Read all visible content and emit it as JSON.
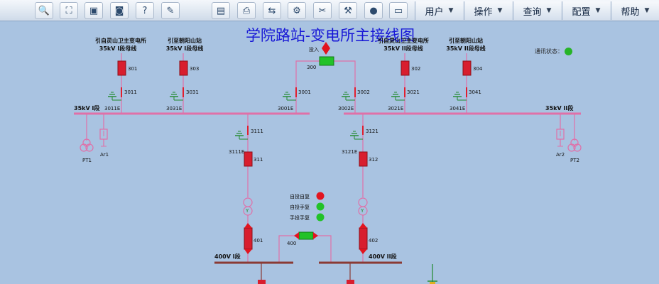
{
  "toolbar": {
    "buttons": [
      {
        "icon": "search-icon",
        "glyph": "🔍"
      },
      {
        "icon": "fit-screen-icon",
        "glyph": "⛶"
      },
      {
        "icon": "image-icon",
        "glyph": "▣"
      },
      {
        "icon": "camera-icon",
        "glyph": "◙"
      },
      {
        "icon": "help-icon",
        "glyph": "?"
      },
      {
        "icon": "wrench-icon",
        "glyph": "✎"
      },
      {
        "icon": "document-icon",
        "glyph": "▤"
      },
      {
        "icon": "printer-icon",
        "glyph": "⎙"
      },
      {
        "icon": "route-icon",
        "glyph": "⇆"
      },
      {
        "icon": "gear-icon",
        "glyph": "⚙"
      },
      {
        "icon": "tools-icon",
        "glyph": "✂"
      },
      {
        "icon": "tool-icon",
        "glyph": "⚒"
      },
      {
        "icon": "info-icon",
        "glyph": "●"
      },
      {
        "icon": "keyboard-icon",
        "glyph": "▭"
      }
    ],
    "menus": [
      {
        "name": "user",
        "label": "用户"
      },
      {
        "name": "operation",
        "label": "操作"
      },
      {
        "name": "query",
        "label": "查询"
      },
      {
        "name": "config",
        "label": "配置"
      },
      {
        "name": "help",
        "label": "帮助"
      }
    ]
  },
  "diagram": {
    "title": "学院路站-变电所主接线图",
    "comm_status_label": "通讯状态：",
    "colors": {
      "bus": "#e070a8",
      "breaker": "#d81e2e",
      "switch": "#e21e2e",
      "ground": "#1f8a2a",
      "green": "#22c228"
    },
    "labels": {
      "feeder1": "引自灵山卫主变电所",
      "feeder1_bus": "35kV I段母线",
      "feeder2": "引至朝阳山站",
      "feeder2_bus": "35kV I段母线",
      "feeder3": "引自灵山卫主变电所",
      "feeder3_bus": "35kV II段母线",
      "feeder4": "引至朝阳山站",
      "feeder4_bus": "35kV II段母线",
      "bus1": "35kV I段",
      "bus2": "35kV II段",
      "bus400_1": "400V I段",
      "bus400_2": "400V II段",
      "tie_in": "投入",
      "pt1": "PT1",
      "pt2": "PT2",
      "ar1": "Ar1",
      "ar2": "Ar2"
    },
    "devices": {
      "b301": "301",
      "b302": "302",
      "b303": "303",
      "b304": "304",
      "b300": "300",
      "s3011": "3011",
      "s3031": "3031",
      "s3001": "3001",
      "s3002": "3002",
      "s3021": "3021",
      "s3041": "3041",
      "g3011": "3011E",
      "g3031": "3031E",
      "g3001": "3001E",
      "g3002": "3002E",
      "g3021": "3021E",
      "g3041": "3041E",
      "s3111": "3111",
      "g3111": "3111E",
      "b311": "311",
      "s3121": "3121",
      "g3121": "3121E",
      "b312": "312",
      "b401": "401",
      "b402": "402",
      "b400": "400"
    },
    "auto": [
      {
        "label": "自投自复",
        "state": "red"
      },
      {
        "label": "自投手复",
        "state": "green"
      },
      {
        "label": "手投手复",
        "state": "green"
      }
    ]
  }
}
